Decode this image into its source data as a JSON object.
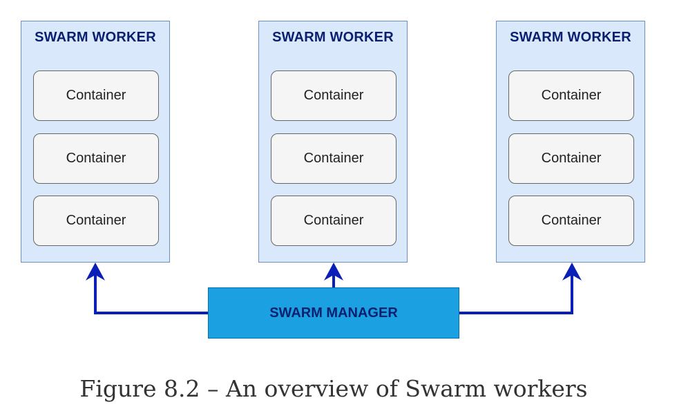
{
  "workers": [
    {
      "title": "SWARM WORKER",
      "containers": [
        "Container",
        "Container",
        "Container"
      ]
    },
    {
      "title": "SWARM WORKER",
      "containers": [
        "Container",
        "Container",
        "Container"
      ]
    },
    {
      "title": "SWARM WORKER",
      "containers": [
        "Container",
        "Container",
        "Container"
      ]
    }
  ],
  "manager": {
    "label": "SWARM MANAGER"
  },
  "caption": "Figure 8.2 – An overview of Swarm workers",
  "colors": {
    "worker_fill": "#dae8fc",
    "worker_border": "#6c8ebf",
    "container_fill": "#f5f5f5",
    "manager_fill": "#1ba1e2",
    "arrow": "#0a1fb8",
    "title_text": "#0a1f6e"
  }
}
